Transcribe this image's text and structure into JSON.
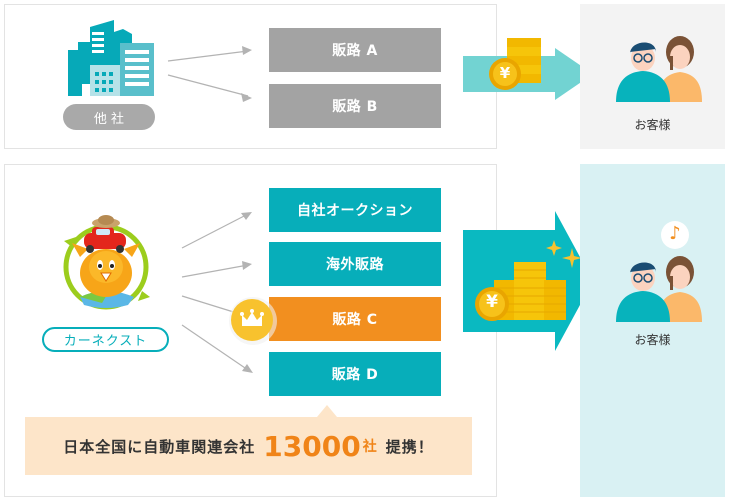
{
  "top_section": {
    "company_label": "他 社",
    "routes": [
      {
        "label": "販路 A"
      },
      {
        "label": "販路 B"
      }
    ],
    "customer_label": "お客様"
  },
  "bottom_section": {
    "company_label": "カーネクスト",
    "routes": [
      {
        "label": "自社オークション",
        "highlight": false
      },
      {
        "label": "海外販路",
        "highlight": false
      },
      {
        "label": "販路 C",
        "highlight": true
      },
      {
        "label": "販路 D",
        "highlight": false
      }
    ],
    "customer_label": "お客様",
    "banner": {
      "prefix": "日本全国に自動車関連会社",
      "number": "13000",
      "unit": "社",
      "suffix": "提携！"
    }
  },
  "icons": {
    "yen_symbol": "¥",
    "music_note": "♪"
  },
  "colors": {
    "gray_route": "#a3a3a3",
    "teal_route": "#07aeba",
    "orange_route": "#f28f1f",
    "light_arrow": "#72d3d2",
    "teal_arrow": "#0ab9c1",
    "banner_bg": "#fde5c9",
    "banner_accent": "#f08418",
    "customer_panel_top": "#f3f3f3",
    "customer_panel_bottom": "#d9f1f3"
  }
}
